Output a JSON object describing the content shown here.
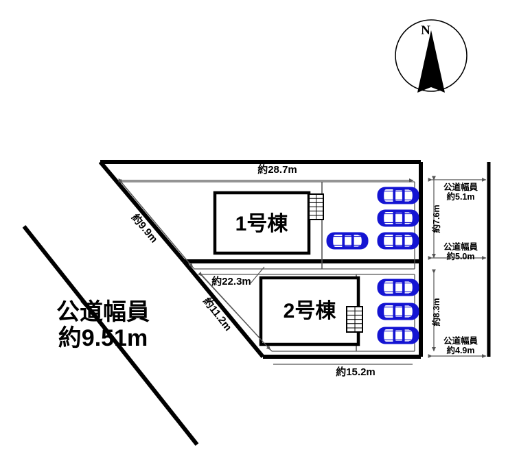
{
  "diagram": {
    "type": "site-plan",
    "title_text": "",
    "compass": {
      "label": "N",
      "name": "north-arrow"
    },
    "buildings": [
      {
        "id": "bldg1",
        "label": "1号棟"
      },
      {
        "id": "bldg2",
        "label": "2号棟"
      }
    ],
    "dimensions": {
      "top_width": "約28.7m",
      "upper_left_diagonal": "約9.9m",
      "middle_width": "約22.3m",
      "lower_left_diagonal": "約11.2m",
      "bottom_width": "約15.2m",
      "right_upper_height": "約7.6m",
      "right_lower_height": "約8.3m"
    },
    "road_widths": {
      "left_main": {
        "line1": "公道幅員",
        "line2": "約9.51m"
      },
      "right_top": {
        "line1": "公道幅員",
        "line2": "約5.1m"
      },
      "right_middle": {
        "line1": "公道幅員",
        "line2": "約5.0m"
      },
      "right_bottom": {
        "line1": "公道幅員",
        "line2": "約4.9m"
      }
    },
    "parking": {
      "upper_lot_cars": 4,
      "lower_lot_cars": 3,
      "car_color": "#1414d2"
    },
    "colors": {
      "outline": "#000000",
      "thin_outline": "#555555",
      "background": "#ffffff",
      "car": "#1414d2"
    }
  }
}
